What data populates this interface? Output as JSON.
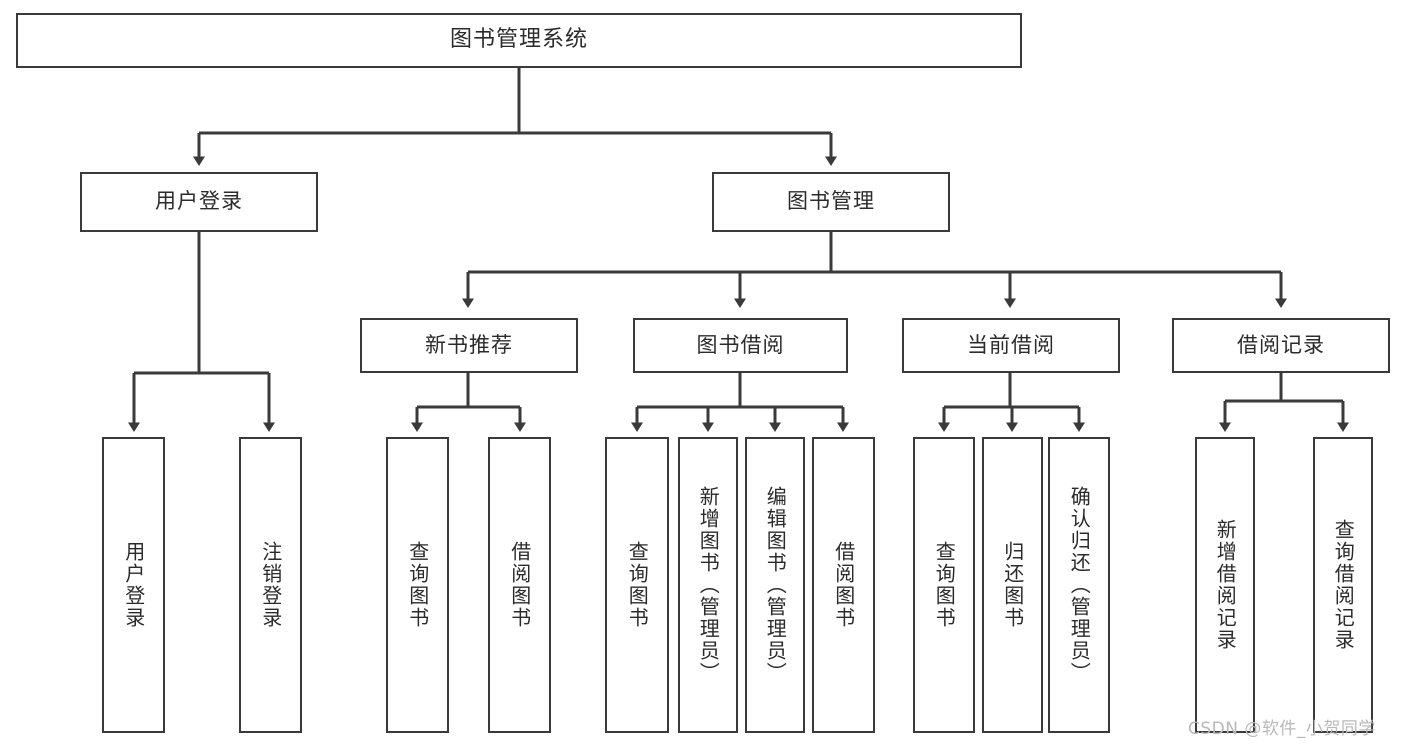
{
  "diagram": {
    "title": "图书管理系统",
    "watermark": "CSDN @软件_小贺同学",
    "line_color": "#3a3a3a",
    "text_color": "#2b2b2b",
    "background": "#ffffff",
    "watermark_color": "#b9b9b9"
  },
  "nodes": {
    "root": {
      "label": "图书管理系统"
    },
    "level1": [
      {
        "label": "用户登录"
      },
      {
        "label": "图书管理"
      }
    ],
    "level2": [
      {
        "label": "新书推荐"
      },
      {
        "label": "图书借阅"
      },
      {
        "label": "当前借阅"
      },
      {
        "label": "借阅记录"
      }
    ],
    "leaves": {
      "user_login": [
        {
          "label": "用户登录"
        },
        {
          "label": "注销登录"
        }
      ],
      "new_book": [
        {
          "label": "查询图书"
        },
        {
          "label": "借阅图书"
        }
      ],
      "borrow": [
        {
          "label": "查询图书"
        },
        {
          "label": "新增图书（管理员）"
        },
        {
          "label": "编辑图书（管理员）"
        },
        {
          "label": "借阅图书"
        }
      ],
      "current": [
        {
          "label": "查询图书"
        },
        {
          "label": "归还图书"
        },
        {
          "label": "确认归还（管理员）"
        }
      ],
      "records": [
        {
          "label": "新增借阅记录"
        },
        {
          "label": "查询借阅记录"
        }
      ]
    }
  }
}
